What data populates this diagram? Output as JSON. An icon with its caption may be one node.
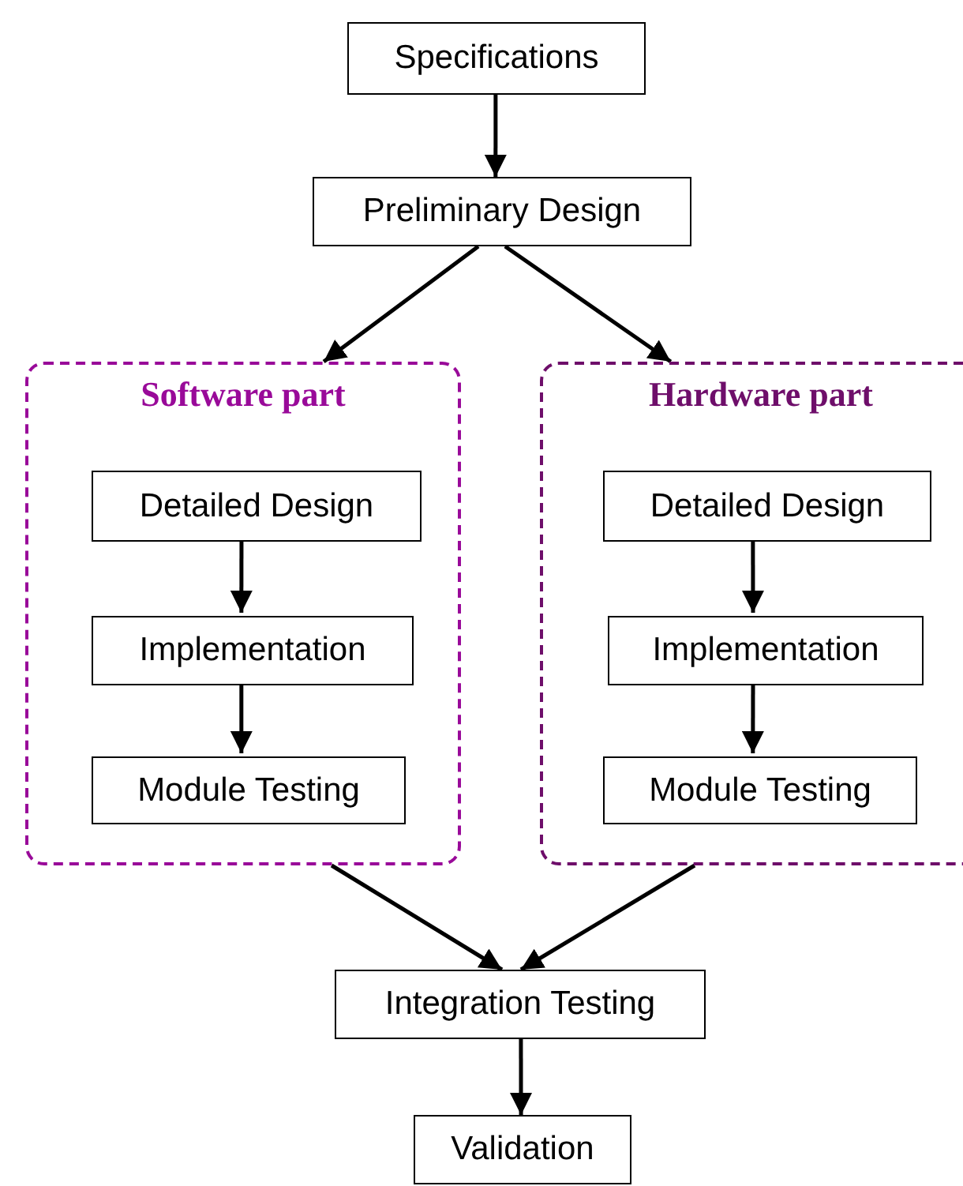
{
  "diagram": {
    "nodes": [
      {
        "text": [
          "Specifications"
        ]
      },
      {
        "text": [
          "Preliminary Design"
        ]
      },
      {
        "text": [
          "Software part"
        ]
      },
      {
        "text": [
          "Detailed Design"
        ],
        "in": 2
      },
      {
        "text": [
          "Implementation"
        ],
        "in": 2
      },
      {
        "text": [
          "Module Testing"
        ],
        "in": 2
      },
      {
        "text": [
          "Hardware part"
        ]
      },
      {
        "text": [
          "Detailed Design"
        ],
        "in": 6
      },
      {
        "text": [
          "Implementation"
        ],
        "in": 6
      },
      {
        "text": [
          "Module Testing"
        ],
        "in": 6
      },
      {
        "text": [
          "Integration Testing"
        ]
      },
      {
        "text": [
          "Validation"
        ]
      }
    ],
    "edges": [
      {
        "from": 0,
        "to": 1,
        "arrow": "to"
      },
      {
        "from": 1,
        "to": 2,
        "arrow": "to"
      },
      {
        "from": 1,
        "to": 6,
        "arrow": "to"
      },
      {
        "from": 3,
        "to": 4,
        "arrow": "to"
      },
      {
        "from": 4,
        "to": 5,
        "arrow": "to"
      },
      {
        "from": 7,
        "to": 8,
        "arrow": "to"
      },
      {
        "from": 8,
        "to": 9,
        "arrow": "to"
      },
      {
        "from": 2,
        "to": 10,
        "arrow": "to"
      },
      {
        "from": 6,
        "to": 10,
        "arrow": "to"
      },
      {
        "from": 10,
        "to": 11,
        "arrow": "to"
      }
    ]
  }
}
